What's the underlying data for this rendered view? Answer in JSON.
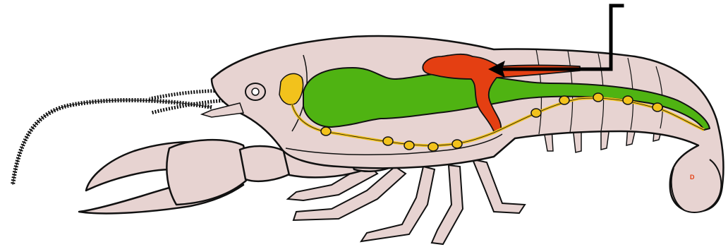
{
  "diagram": {
    "colors": {
      "body": "#e7d3d1",
      "outline": "#111111",
      "digestive_gland": "#e43f12",
      "stomach": "#4fb312",
      "nervous_system": "#f2c21c",
      "pointer": "#000000"
    },
    "parts": {
      "body_shell": "crayfish-body",
      "digestive_gland": "red-organ",
      "stomach_and_intestine": "green-organ",
      "ventral_nerve_cord": "yellow-organ"
    },
    "tail_mark": "D",
    "pointer_target": "digestive_gland"
  }
}
